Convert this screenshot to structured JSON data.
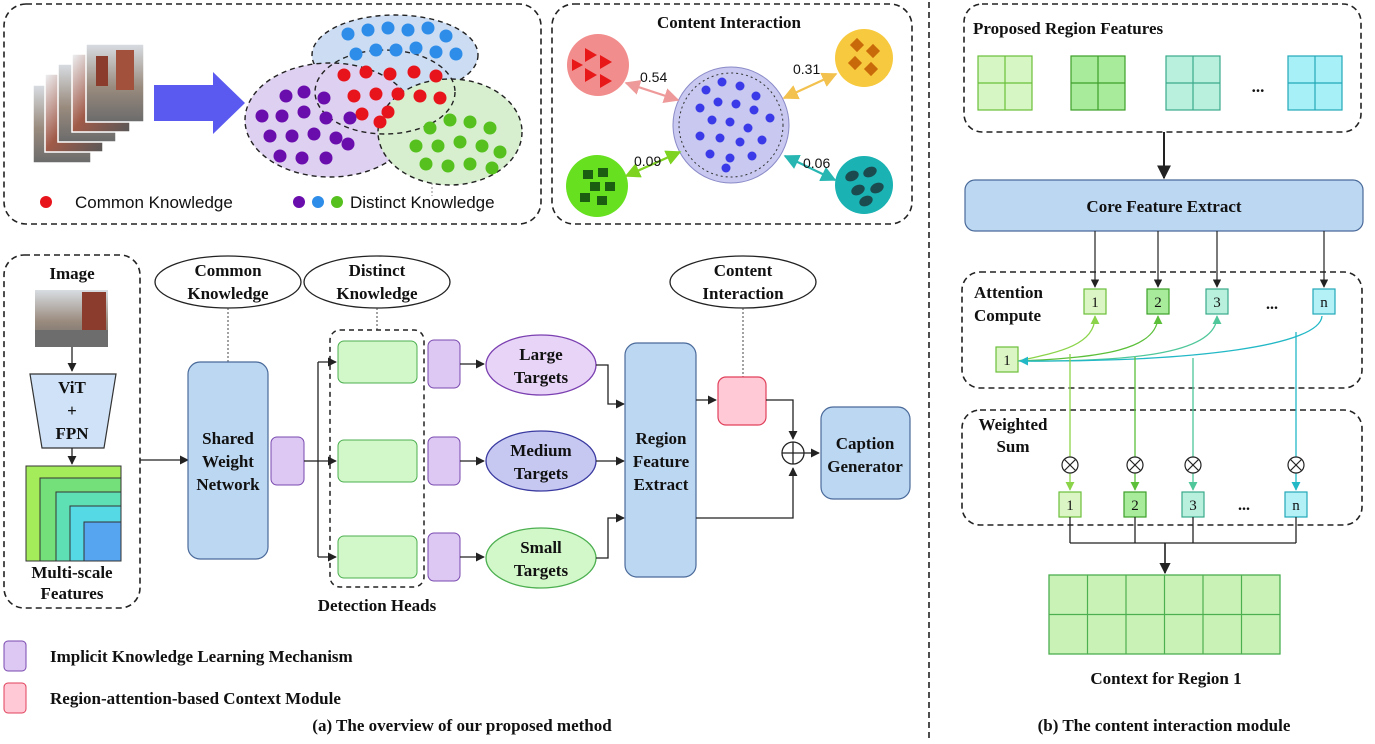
{
  "top_left": {
    "common_legend": "Common Knowledge",
    "distinct_legend": "Distinct Knowledge"
  },
  "content_interaction": {
    "title": "Content Interaction",
    "weights": [
      "0.54",
      "0.31",
      "0.09",
      "0.06"
    ]
  },
  "pipeline": {
    "image_label": "Image",
    "backbone_line1": "ViT",
    "backbone_line2": "+",
    "backbone_line3": "FPN",
    "features_line1": "Multi-scale",
    "features_line2": "Features",
    "common_bubble_line1": "Common",
    "common_bubble_line2": "Knowledge",
    "distinct_bubble_line1": "Distinct",
    "distinct_bubble_line2": "Knowledge",
    "interaction_bubble_line1": "Content",
    "interaction_bubble_line2": "Interaction",
    "shared_line1": "Shared",
    "shared_line2": "Weight",
    "shared_line3": "Network",
    "detection_heads": "Detection Heads",
    "large_line1": "Large",
    "large_line2": "Targets",
    "medium_line1": "Medium",
    "medium_line2": "Targets",
    "small_line1": "Small",
    "small_line2": "Targets",
    "rfe_line1": "Region",
    "rfe_line2": "Feature",
    "rfe_line3": "Extract",
    "caption_line1": "Caption",
    "caption_line2": "Generator"
  },
  "legend": {
    "implicit": "Implicit Knowledge Learning Mechanism",
    "region_attention": "Region-attention-based Context Module"
  },
  "captions": {
    "a": "(a) The overview of our proposed method",
    "b": "(b) The content interaction module"
  },
  "module_b": {
    "proposed_title": "Proposed Region Features",
    "ellipsis": "...",
    "core_extract": "Core Feature Extract",
    "attention_line1": "Attention",
    "attention_line2": "Compute",
    "attn_nodes": [
      "1",
      "2",
      "3",
      "n"
    ],
    "query_node": "1",
    "weighted_line1": "Weighted",
    "weighted_line2": "Sum",
    "sum_nodes": [
      "1",
      "2",
      "3",
      "n"
    ],
    "context_label": "Context for Region 1"
  },
  "colors": {
    "red": "#e8141c",
    "purple": "#6a0dad",
    "blue": "#2e8de8",
    "green": "#56c11e",
    "panel_blue": "#cfe2f7",
    "shared_blue": "#bcd7f2",
    "head_green": "#d2f7c8",
    "purple_box": "#dcc8f2",
    "pink_box": "#ffc9d6"
  }
}
